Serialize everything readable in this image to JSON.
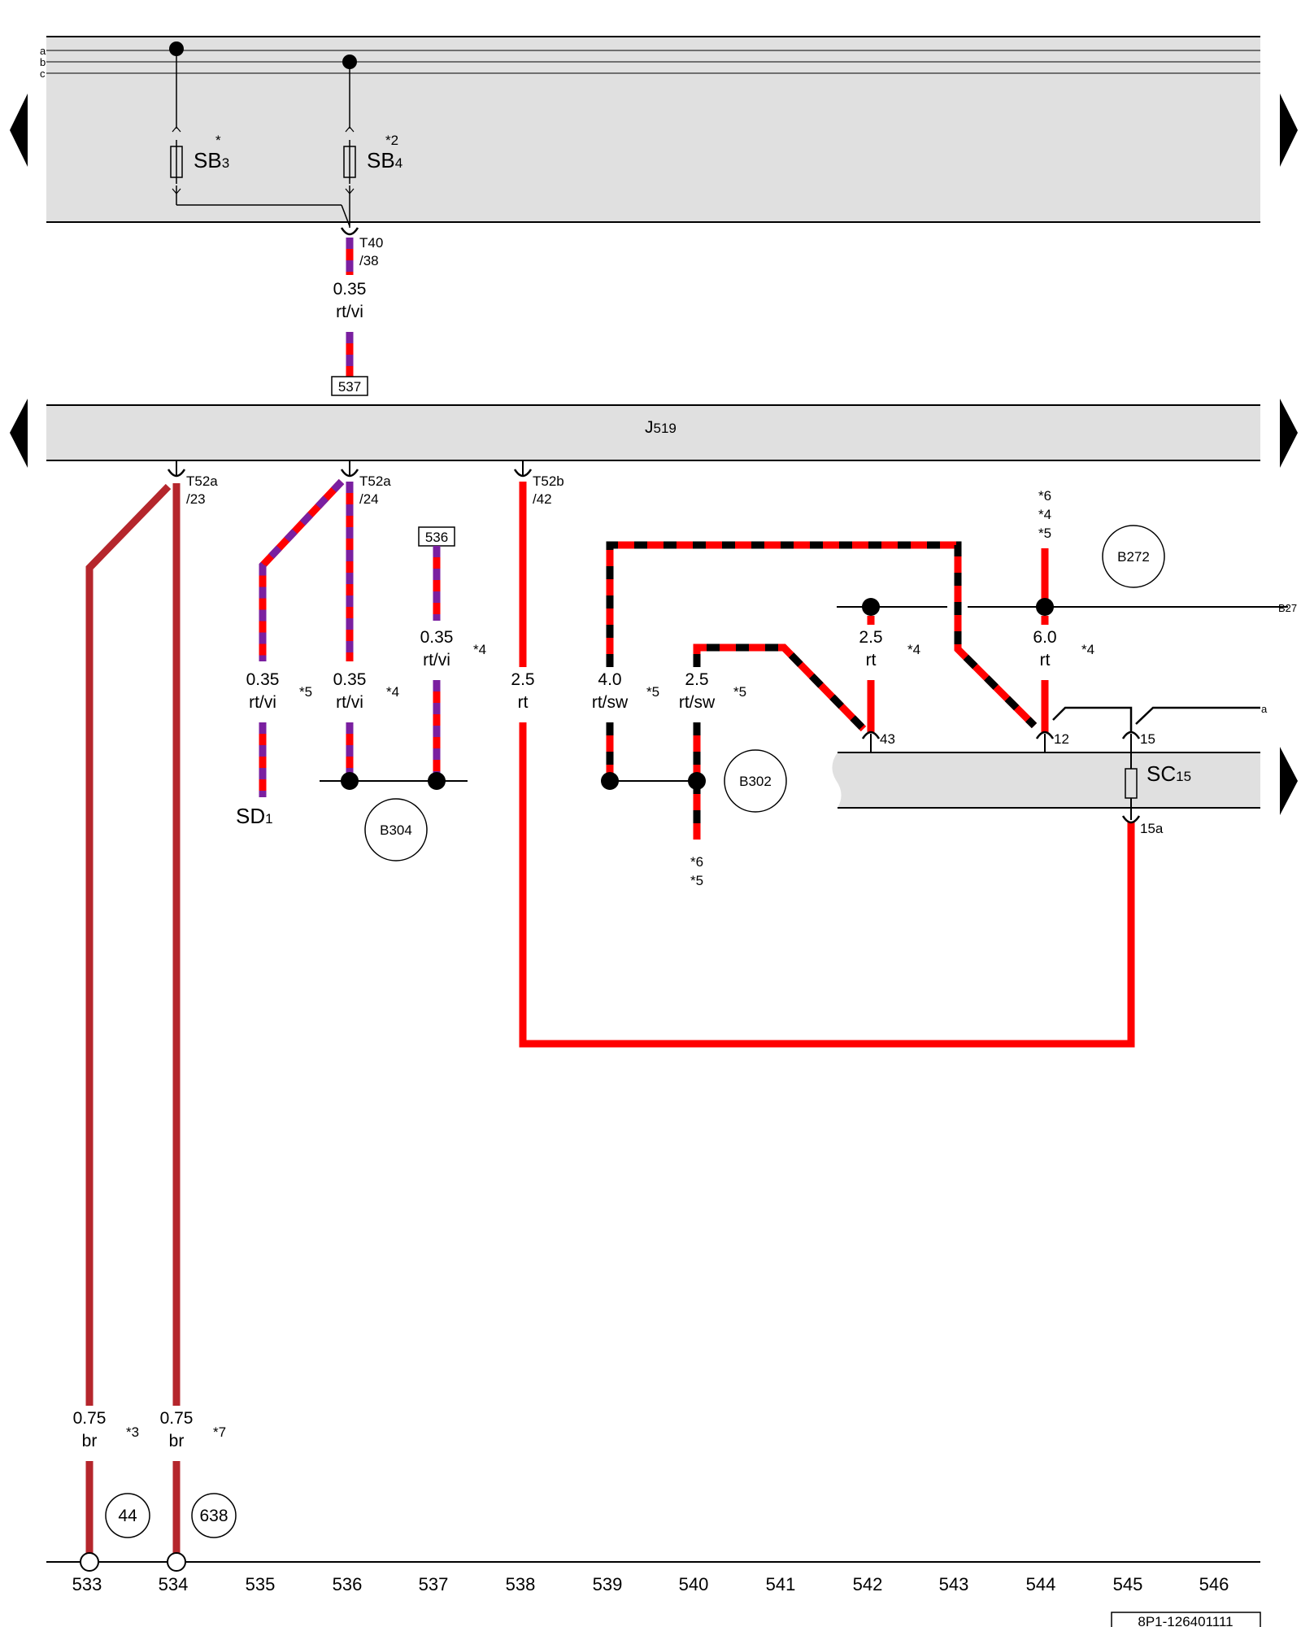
{
  "bus_lines": [
    "a",
    "b",
    "c"
  ],
  "fuses": {
    "sb3": {
      "name": "SB",
      "index": "3",
      "note": "*"
    },
    "sb4": {
      "name": "SB",
      "index": "4",
      "note": "*2"
    },
    "sc15": {
      "name": "SC",
      "index": "15"
    }
  },
  "control_unit": {
    "name": "J",
    "index": "519"
  },
  "connectors": {
    "t40_38": {
      "line1": "T40",
      "line2": "/38"
    },
    "t52a_23": {
      "line1": "T52a",
      "line2": "/23"
    },
    "t52a_24": {
      "line1": "T52a",
      "line2": "/24"
    },
    "t52b_42": {
      "line1": "T52b",
      "line2": "/42"
    },
    "pin_43": "43",
    "pin_12": "12",
    "pin_15": "15",
    "pin_15a": "15a"
  },
  "ref_boxes": {
    "box_537": "537",
    "box_536": "536"
  },
  "wires": {
    "w_sb4": {
      "size": "0.35",
      "color": "rt/vi"
    },
    "w_533": {
      "size": "0.75",
      "color": "br",
      "note": "*3"
    },
    "w_534": {
      "size": "0.75",
      "color": "br",
      "note": "*7"
    },
    "w_535": {
      "size": "0.35",
      "color": "rt/vi",
      "note": "*5"
    },
    "w_536": {
      "size": "0.35",
      "color": "rt/vi",
      "note": "*4"
    },
    "w_537": {
      "size": "0.35",
      "color": "rt/vi",
      "note": "*4"
    },
    "w_538": {
      "size": "2.5",
      "color": "rt"
    },
    "w_539": {
      "size": "4.0",
      "color": "rt/sw",
      "note": "*5"
    },
    "w_540": {
      "size": "2.5",
      "color": "rt/sw",
      "note": "*5"
    },
    "w_542": {
      "size": "2.5",
      "color": "rt",
      "note": "*4"
    },
    "w_544": {
      "size": "6.0",
      "color": "rt",
      "note": "*4"
    }
  },
  "notes": {
    "n544_a": "*6",
    "n544_b": "*4",
    "n544_c": "*5",
    "n540_a": "*6",
    "n540_b": "*5"
  },
  "splices": {
    "sd1_name": "SD",
    "sd1_index": "1"
  },
  "ground_points": {
    "b304": "B304",
    "b302": "B302",
    "b272": "B272",
    "b272_cont": "B27"
  },
  "earth_points": {
    "p44": "44",
    "p638": "638"
  },
  "continuation_a": "a",
  "columns": [
    "533",
    "534",
    "535",
    "536",
    "537",
    "538",
    "539",
    "540",
    "541",
    "542",
    "543",
    "544",
    "545",
    "546"
  ],
  "footer_code": "8P1-126401111",
  "colors": {
    "red": "#ff0000",
    "violet": "#7a1fa0",
    "black": "#000000",
    "brown": "#b5262c",
    "panel": "#e0e0e0"
  }
}
